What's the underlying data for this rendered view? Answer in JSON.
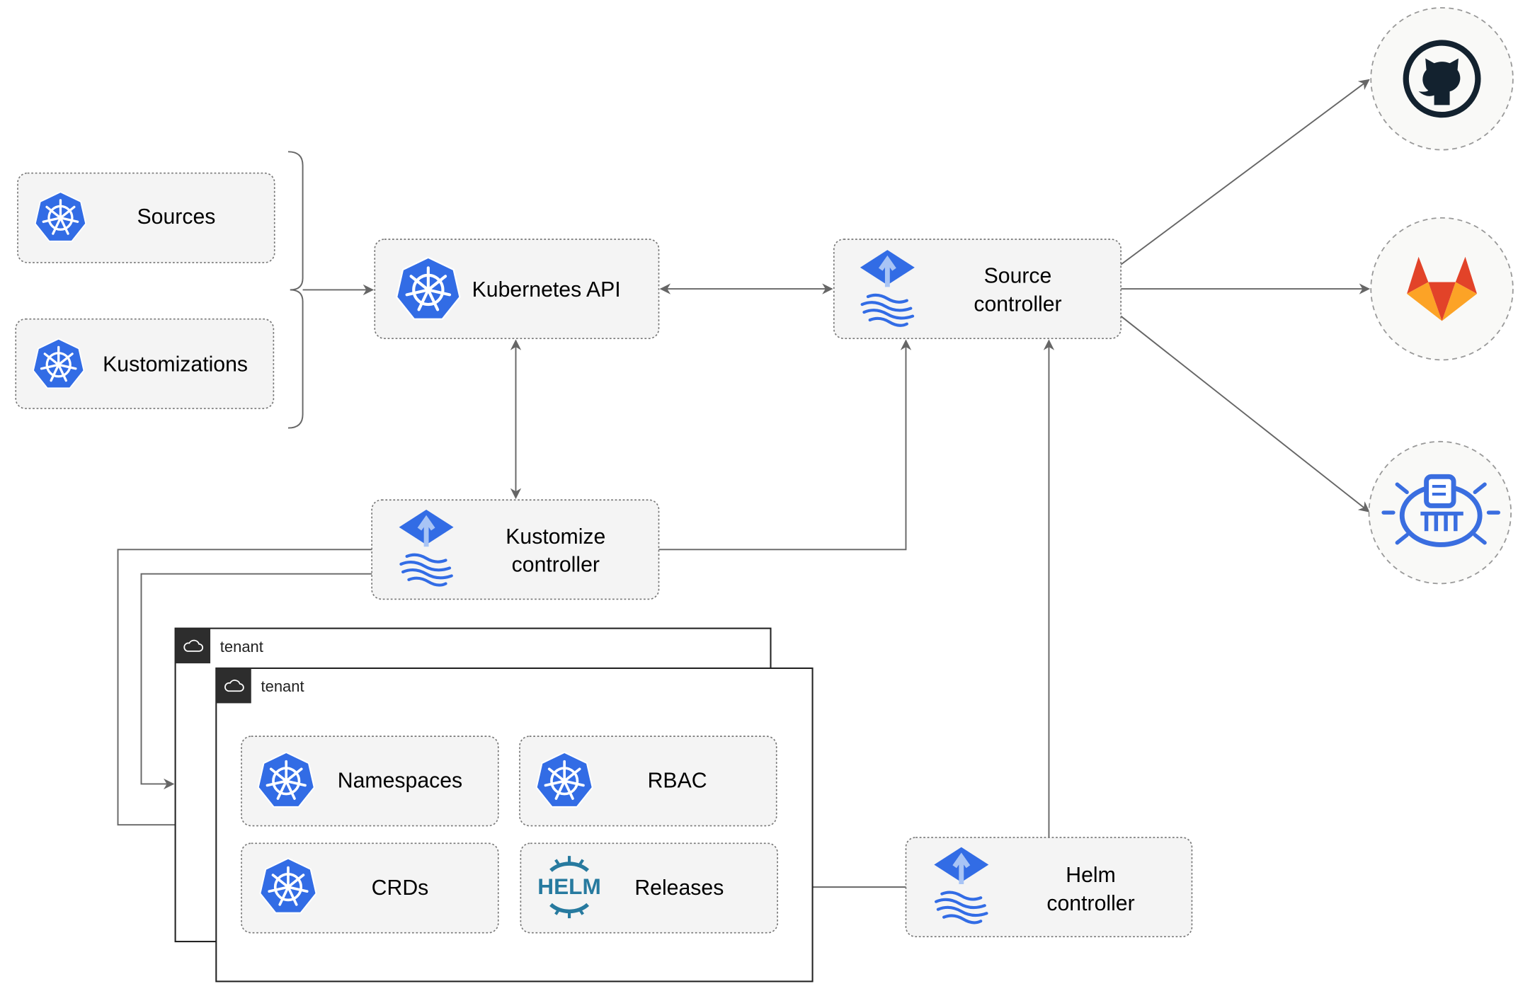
{
  "colors": {
    "kubernetes_blue": "#326ce5",
    "edge": "#666666",
    "node_fill": "#f4f4f4",
    "github": "#13222f",
    "gitlab_orange": "#e24329",
    "gitlab_yellow": "#fca326"
  },
  "nodes": {
    "sources": "Sources",
    "kustomizations": "Kustomizations",
    "kubernetes_api": "Kubernetes API",
    "source_controller": [
      "Source",
      "controller"
    ],
    "kustomize_controller": [
      "Kustomize",
      "controller"
    ],
    "helm_controller": [
      "Helm",
      "controller"
    ],
    "namespaces": "Namespaces",
    "rbac": "RBAC",
    "crds": "CRDs",
    "releases": "Releases",
    "helm_logo": "HELM"
  },
  "tenants": [
    "tenant",
    "tenant"
  ],
  "external_sources": [
    "github-icon",
    "gitlab-icon",
    "bucket-icon"
  ]
}
